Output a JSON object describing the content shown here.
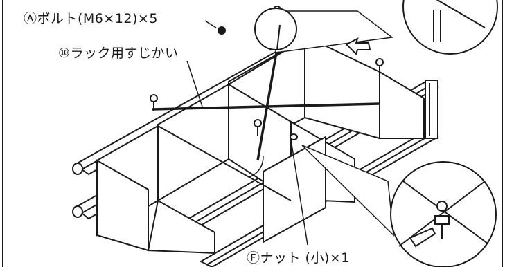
{
  "labels": {
    "bolt": "Ⓐボルト(M6×12)×5",
    "brace": "⑩ラック用すじかい",
    "nut": "Ⓕナット (小)×1"
  },
  "colors": {
    "ink": "#1a1a1a",
    "background": "#ffffff",
    "panel": "#ffffff"
  }
}
